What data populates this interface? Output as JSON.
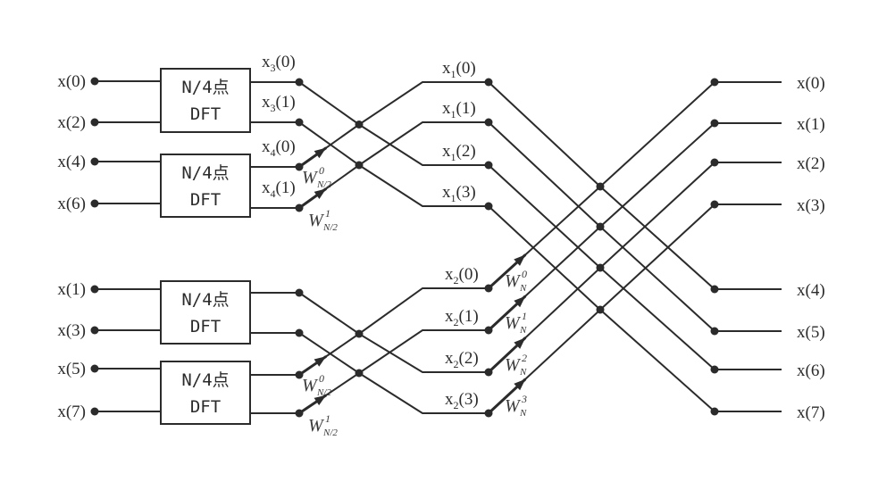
{
  "title": "8-point decimation-in-time FFT flow graph built from four N/4-point DFTs",
  "colors": {
    "ink": "#2b2b2b",
    "background": "#ffffff"
  },
  "inputs": [
    "x(0)",
    "x(2)",
    "x(4)",
    "x(6)",
    "x(1)",
    "x(3)",
    "x(5)",
    "x(7)"
  ],
  "dft_blocks": [
    {
      "line1": "N/4点",
      "line2": "DFT"
    },
    {
      "line1": "N/4点",
      "line2": "DFT"
    },
    {
      "line1": "N/4点",
      "line2": "DFT"
    },
    {
      "line1": "N/4点",
      "line2": "DFT"
    }
  ],
  "stage1_labels": [
    {
      "base": "x",
      "sub": "3",
      "arg": "(0)"
    },
    {
      "base": "x",
      "sub": "3",
      "arg": "(1)"
    },
    {
      "base": "x",
      "sub": "4",
      "arg": "(0)"
    },
    {
      "base": "x",
      "sub": "4",
      "arg": "(1)"
    }
  ],
  "stage2_labels": [
    {
      "base": "x",
      "sub": "1",
      "arg": "(0)"
    },
    {
      "base": "x",
      "sub": "1",
      "arg": "(1)"
    },
    {
      "base": "x",
      "sub": "1",
      "arg": "(2)"
    },
    {
      "base": "x",
      "sub": "1",
      "arg": "(3)"
    },
    {
      "base": "x",
      "sub": "2",
      "arg": "(0)"
    },
    {
      "base": "x",
      "sub": "2",
      "arg": "(1)"
    },
    {
      "base": "x",
      "sub": "2",
      "arg": "(2)"
    },
    {
      "base": "x",
      "sub": "2",
      "arg": "(3)"
    }
  ],
  "twiddles_stage1": [
    {
      "base": "W",
      "sub": "N/2",
      "sup": "0"
    },
    {
      "base": "W",
      "sub": "N/2",
      "sup": "1"
    },
    {
      "base": "W",
      "sub": "N/2",
      "sup": "0"
    },
    {
      "base": "W",
      "sub": "N/2",
      "sup": "1"
    }
  ],
  "twiddles_stage2": [
    {
      "base": "W",
      "sub": "N",
      "sup": "0"
    },
    {
      "base": "W",
      "sub": "N",
      "sup": "1"
    },
    {
      "base": "W",
      "sub": "N",
      "sup": "2"
    },
    {
      "base": "W",
      "sub": "N",
      "sup": "3"
    }
  ],
  "outputs": [
    "x(0)",
    "x(1)",
    "x(2)",
    "x(3)",
    "x(4)",
    "x(5)",
    "x(6)",
    "x(7)"
  ]
}
